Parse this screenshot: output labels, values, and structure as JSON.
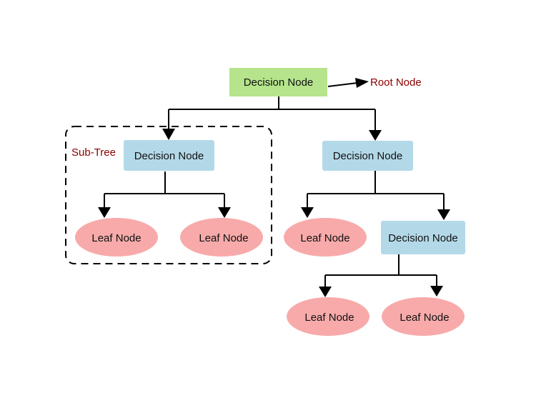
{
  "diagram": {
    "type": "decision-tree",
    "colors": {
      "root_fill": "#b5e48c",
      "decision_fill": "#b3d9e8",
      "leaf_fill": "#f8aaaa",
      "annotation_text": "#8b0000",
      "edge": "#000000"
    },
    "annotations": {
      "root_label": "Root Node",
      "subtree_label": "Sub-Tree"
    },
    "nodes": [
      {
        "id": "root",
        "kind": "root",
        "label": "Decision Node"
      },
      {
        "id": "d1",
        "kind": "decision",
        "label": "Decision Node"
      },
      {
        "id": "d2",
        "kind": "decision",
        "label": "Decision Node"
      },
      {
        "id": "l1",
        "kind": "leaf",
        "label": "Leaf Node"
      },
      {
        "id": "l2",
        "kind": "leaf",
        "label": "Leaf Node"
      },
      {
        "id": "l3",
        "kind": "leaf",
        "label": "Leaf Node"
      },
      {
        "id": "d3",
        "kind": "decision",
        "label": "Decision Node"
      },
      {
        "id": "l4",
        "kind": "leaf",
        "label": "Leaf Node"
      },
      {
        "id": "l5",
        "kind": "leaf",
        "label": "Leaf Node"
      }
    ],
    "edges": [
      [
        "root",
        "d1"
      ],
      [
        "root",
        "d2"
      ],
      [
        "d1",
        "l1"
      ],
      [
        "d1",
        "l2"
      ],
      [
        "d2",
        "l3"
      ],
      [
        "d2",
        "d3"
      ],
      [
        "d3",
        "l4"
      ],
      [
        "d3",
        "l5"
      ]
    ]
  }
}
